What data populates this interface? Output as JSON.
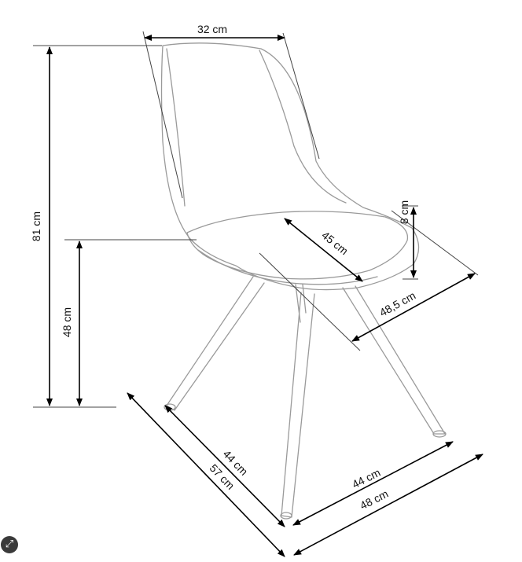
{
  "dimensions": {
    "top_width": "32 cm",
    "total_height": "81 cm",
    "seat_height": "48 cm",
    "seat_depth": "45 cm",
    "seat_thickness": "8 cm",
    "seat_width": "48,5 cm",
    "leg_span_left": "44 cm",
    "base_left": "57 cm",
    "leg_span_right": "44 cm",
    "base_right": "48 cm"
  },
  "controls": {
    "expand_icon": "expand-icon",
    "expand_glyph": "⤢"
  }
}
